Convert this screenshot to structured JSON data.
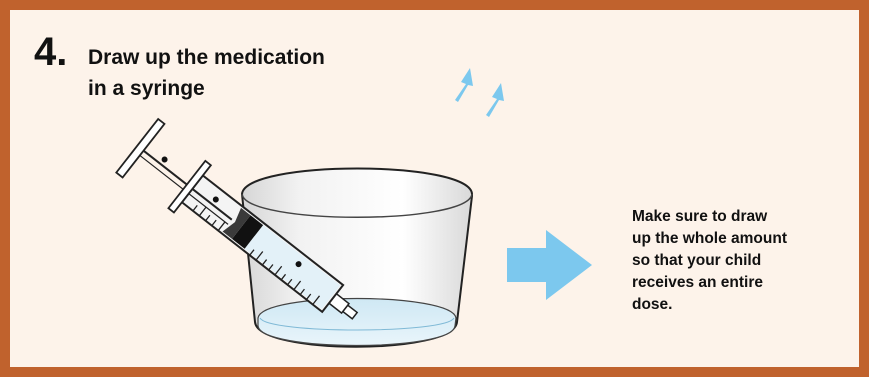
{
  "step": {
    "number": "4.",
    "title_lines": [
      "Draw up the medication",
      "in a syringe"
    ]
  },
  "note_lines": [
    "Make sure to draw",
    "up the whole amount",
    "so that your child",
    "receives an entire",
    "dose."
  ],
  "colors": {
    "border": "#c0622d",
    "background": "#fdf3ea",
    "arrow": "#7cc8ee",
    "liquid": "#dff0f8",
    "outline": "#222222"
  },
  "icons": {
    "cup": "cup-icon",
    "syringe": "syringe-icon",
    "pointer_arrow": "arrow-right-icon",
    "pull_arrows": "arrow-up-icon"
  }
}
